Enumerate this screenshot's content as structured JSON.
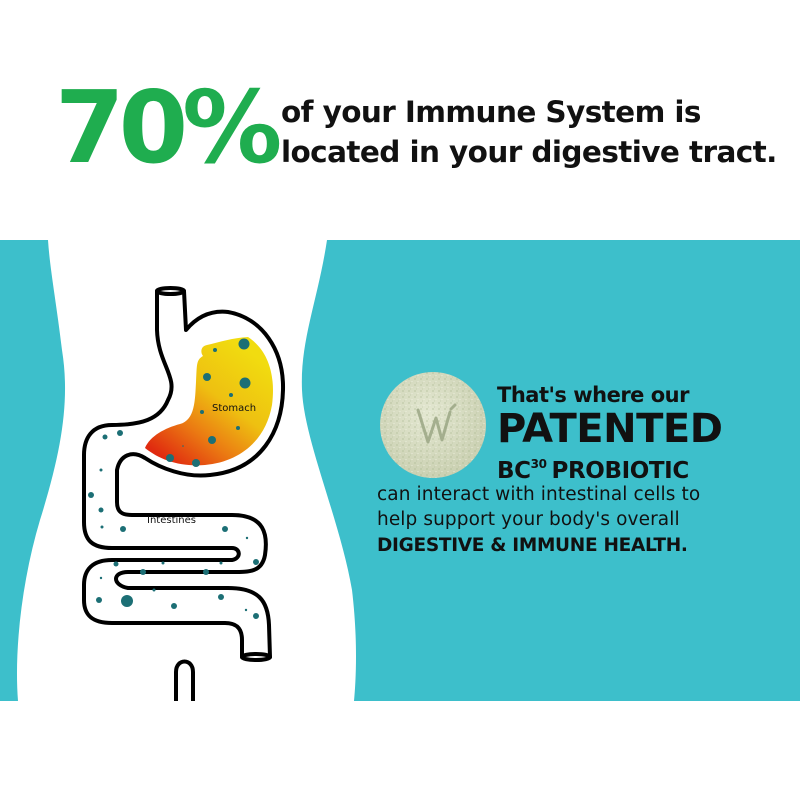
{
  "headline": {
    "stat": "70%",
    "line1": "of your Immune System is",
    "line2": "located in your digestive tract."
  },
  "illustration": {
    "stomach_label": "Stomach",
    "intestines_label": "Intestines"
  },
  "copy": {
    "line1": "That's where our",
    "line2": "PATENTED",
    "line3_prefix": "BC",
    "line3_sup": "30",
    "line3_suffix": "PROBIOTIC",
    "body_line1": "can interact with intestinal cells to",
    "body_line2": "help support your body's overall",
    "body_line3": "DIGESTIVE & IMMUNE HEALTH."
  },
  "colors": {
    "accent_green": "#1fad4f",
    "band_teal": "#3dbfcb",
    "text_dark": "#111111",
    "particle_teal": "#1c6f75",
    "stomach_gradient_top": "#f1dc10",
    "stomach_gradient_bottom": "#e02a10"
  }
}
